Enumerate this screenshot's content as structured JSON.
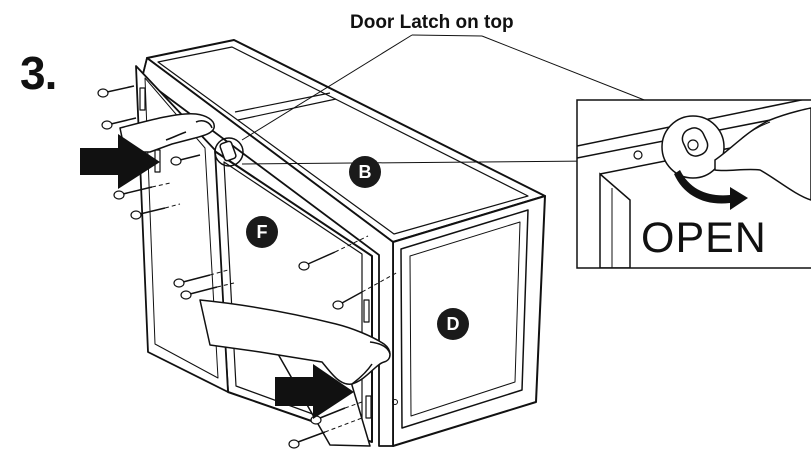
{
  "step": {
    "number": "3."
  },
  "callout": {
    "label": "Door Latch on top",
    "detail_text": "OPEN"
  },
  "parts": [
    {
      "id": "part-b",
      "label": "B"
    },
    {
      "id": "part-f",
      "label": "F"
    },
    {
      "id": "part-d",
      "label": "D"
    }
  ],
  "colors": {
    "ink": "#111111",
    "paper": "#ffffff",
    "badge": "#1a1a1a"
  },
  "icons": [
    "arrow-right-icon",
    "screw-icon",
    "hand-icon",
    "latch-icon",
    "curved-arrow-icon"
  ]
}
